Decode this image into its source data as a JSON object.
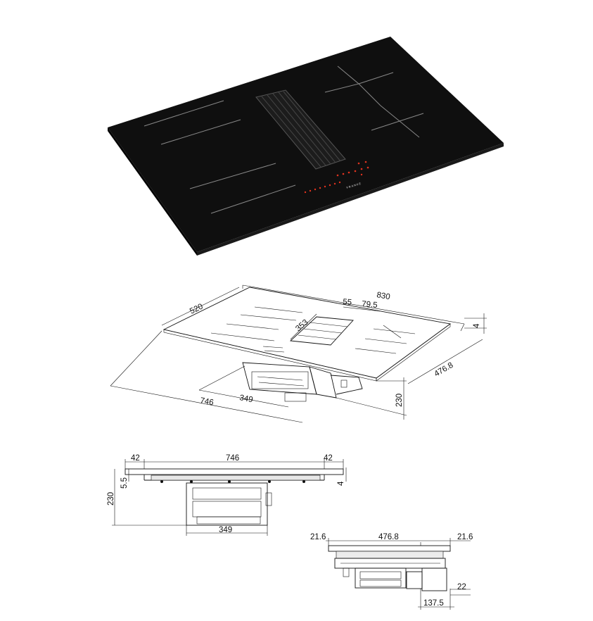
{
  "brand_mark": "FRANKE",
  "views": {
    "iso": {
      "width": "830",
      "depth": "520",
      "vent_offset": "55",
      "vent_width": "79.5",
      "vent_length": "353",
      "glass_thickness": "4",
      "cutout_depth": "476.8",
      "cutout_width": "746",
      "unit_width": "349",
      "total_height": "230"
    },
    "front": {
      "left_margin": "42",
      "cutout_width": "746",
      "right_margin": "42",
      "frame_height": "5.5",
      "glass_thickness": "4",
      "total_height": "230",
      "unit_width": "349"
    },
    "side": {
      "left_margin": "21.6",
      "cutout_depth": "476.8",
      "right_margin": "21.6",
      "bottom_gap": "22",
      "rear_offset": "137.5"
    }
  }
}
